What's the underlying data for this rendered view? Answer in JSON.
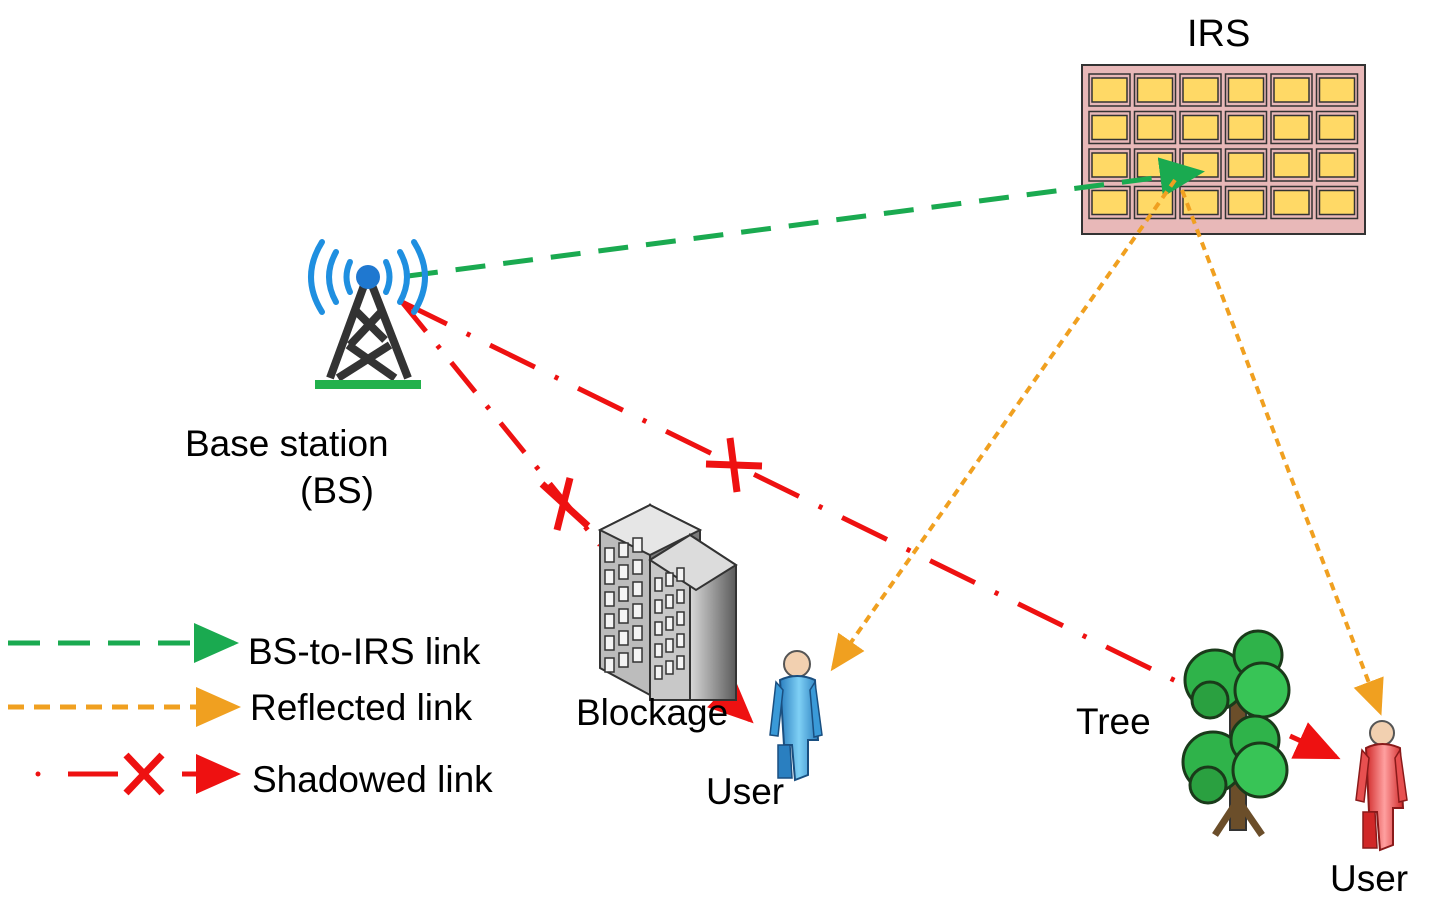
{
  "labels": {
    "irs": "IRS",
    "bs_line1": "Base station",
    "bs_line2": "(BS)",
    "blockage": "Blockage",
    "user_left": "User",
    "tree": "Tree",
    "user_right": "User"
  },
  "legend": [
    {
      "label": "BS-to-IRS link",
      "style": "dashed",
      "color": "#1aaa50"
    },
    {
      "label": "Reflected link",
      "style": "dashed",
      "color": "#f0a020"
    },
    {
      "label": "Shadowed link",
      "style": "dash-dot with cross",
      "color": "#ee1111"
    }
  ],
  "colors": {
    "bs_irs_link": "#1aaa50",
    "reflected_link": "#f0a020",
    "shadowed_link": "#ee1111",
    "antenna_waves": "#1f8fe0",
    "irs_panel": "#e8b8b8",
    "irs_element": "#ffd966",
    "user_left_body": "#55b8e8",
    "user_right_body": "#f06a6a",
    "tree_foliage": "#2fb34a"
  },
  "icons": [
    "base-station-tower-icon",
    "irs-panel-icon",
    "building-icon",
    "user-icon",
    "tree-icon",
    "cross-icon"
  ]
}
